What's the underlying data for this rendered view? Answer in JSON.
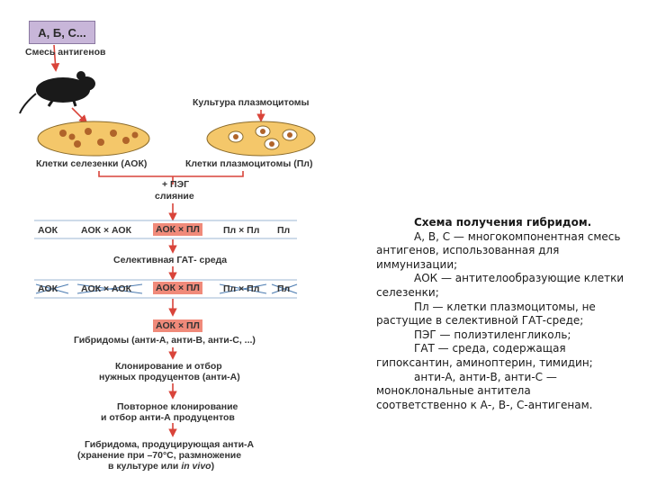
{
  "antigen_box": "А, Б, С...",
  "mixture_label": "Смесь антигенов",
  "culture_label": "Культура плазмоцитомы",
  "spleen_cells_label": "Клетки селезенки (АОК)",
  "plasma_cells_label": "Клетки плазмоцитомы (Пл)",
  "peg_label": "+ ПЭГ",
  "fusion_label": "слияние",
  "row1": [
    "АОК",
    "АОК × АОК",
    "АОК × ПЛ",
    "Пл × Пл",
    "Пл"
  ],
  "selective_label": "Селективная ГАТ- среда",
  "row2": [
    "АОК",
    "АОК × АОК",
    "АОК × ПЛ",
    "Пл × Пл",
    "Пл"
  ],
  "row3_cell": "АОК × ПЛ",
  "hybridomas_label": "Гибридомы (анти-А, анти-В, анти-С, ...)",
  "cloning_line1": "Клонирование и отбор",
  "cloning_line2": "нужных продуцентов (анти-А)",
  "recloning_line1": "Повторное клонирование",
  "recloning_line2": "и отбор анти-А продуцентов",
  "final_line1": "Гибридома, продуцирующая анти-А",
  "final_line2": "(хранение при –70°С, размножение",
  "final_line3_pre": "в культуре или ",
  "final_line3_em": "in vivo",
  "final_line3_post": ")",
  "caption": {
    "title": "Схема получения гибридом.",
    "p1": "А, В, С — многокомпонентная смесь антигенов, использованная для иммунизации;",
    "p2": "АОК — антителообразующие клетки селезенки;",
    "p3": "Пл — клетки плазмоцитомы, не растущие в селективной ГАТ-среде;",
    "p4": "ПЭГ — полиэтиленгликоль;",
    "p5": "ГАТ — среда, содержащая гипоксантин, аминоптерин, тимидин;",
    "p6": "анти-А, анти-В, анти-С — моноклональные антитела соответственно к А-, В-, С-антигенам."
  },
  "colors": {
    "arrow": "#d9443a",
    "dish": "#f4c76a",
    "cell": "#b0642a",
    "highlight": "#f08a7a",
    "box": "#c8b6d9"
  }
}
